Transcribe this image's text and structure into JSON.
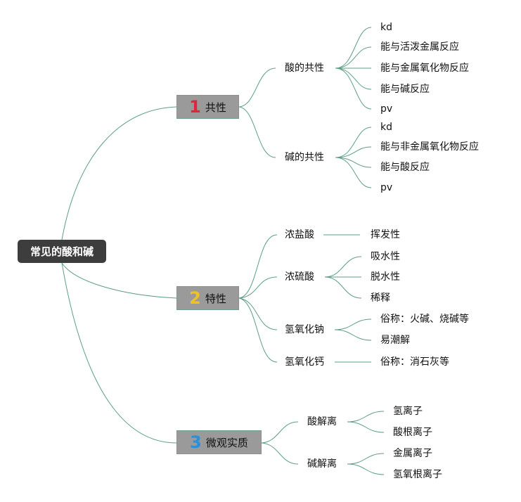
{
  "root": "常见的酸和碱",
  "categories": [
    {
      "num": "1",
      "label": "共性",
      "num_color": "#e0263c"
    },
    {
      "num": "2",
      "label": "特性",
      "num_color": "#f2c21c"
    },
    {
      "num": "3",
      "label": "微观实质",
      "num_color": "#2d8fd6"
    }
  ],
  "groups": {
    "acid_common": {
      "label": "酸的共性",
      "items": [
        "kd",
        "能与活泼金属反应",
        "能与金属氧化物反应",
        "能与碱反应",
        "pv"
      ]
    },
    "base_common": {
      "label": "碱的共性",
      "items": [
        "kd",
        "能与非金属氧化物反应",
        "能与酸反应",
        "pv"
      ]
    },
    "hcl": {
      "label": "浓盐酸",
      "items": [
        "挥发性"
      ]
    },
    "h2so4": {
      "label": "浓硫酸",
      "items": [
        "吸水性",
        "脱水性",
        "稀释"
      ]
    },
    "naoh": {
      "label": "氢氧化钠",
      "items": [
        "俗称：火碱、烧碱等",
        "易潮解"
      ]
    },
    "caoh": {
      "label": "氢氧化钙",
      "items": [
        "俗称：消石灰等"
      ]
    },
    "acid_ion": {
      "label": "酸解离",
      "items": [
        "氢离子",
        "酸根离子"
      ]
    },
    "base_ion": {
      "label": "碱解离",
      "items": [
        "金属离子",
        "氢氧根离子"
      ]
    }
  },
  "colors": {
    "line": "#5c9e84",
    "root_bg": "#3d3d3d",
    "category_bg": "#9a9a9a"
  }
}
